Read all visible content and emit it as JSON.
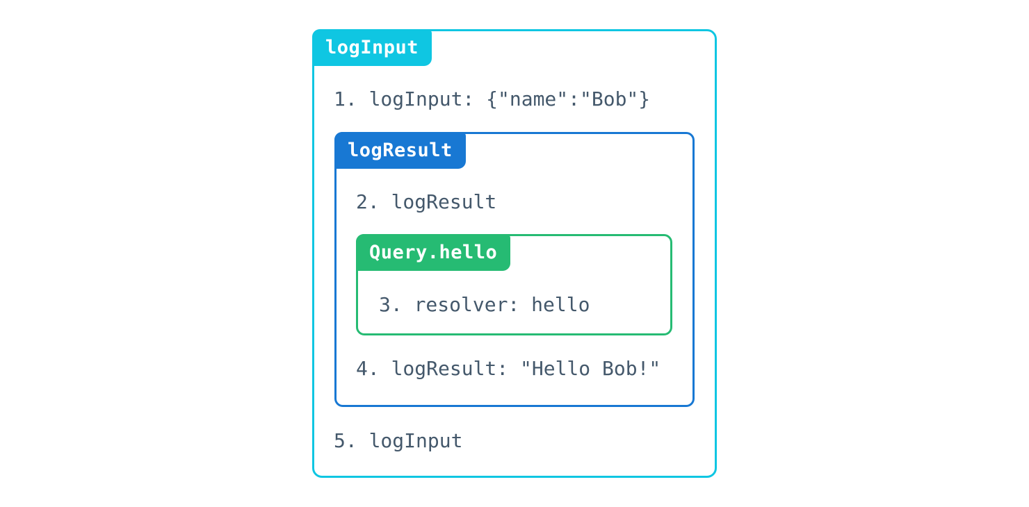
{
  "colors": {
    "cyan": "#0fc6e2",
    "blue": "#1878d3",
    "green": "#26bb73",
    "text": "#44586b",
    "label_text": "#ffffff",
    "background": "#ffffff"
  },
  "diagram": {
    "outer_box": {
      "label": "logInput",
      "step_before": "1. logInput: {\"name\":\"Bob\"}",
      "step_after": "5. logInput"
    },
    "middle_box": {
      "label": "logResult",
      "step_before": "2. logResult",
      "step_after": "4. logResult: \"Hello Bob!\""
    },
    "inner_box": {
      "label": "Query.hello",
      "step": "3. resolver: hello"
    }
  }
}
